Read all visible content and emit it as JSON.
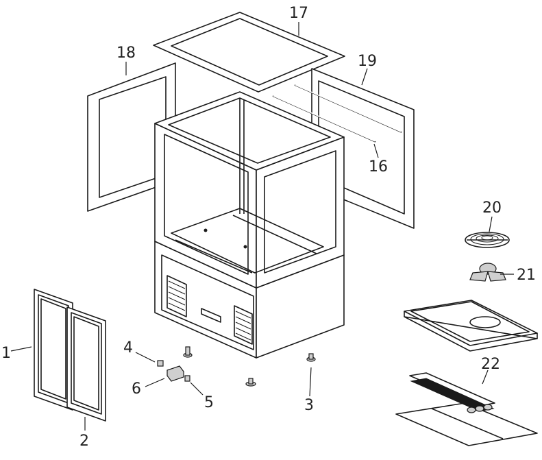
{
  "diagram": {
    "callouts": [
      {
        "id": "1",
        "label": "1"
      },
      {
        "id": "2",
        "label": "2"
      },
      {
        "id": "3",
        "label": "3"
      },
      {
        "id": "4",
        "label": "4"
      },
      {
        "id": "5",
        "label": "5"
      },
      {
        "id": "6",
        "label": "6"
      },
      {
        "id": "16",
        "label": "16"
      },
      {
        "id": "17",
        "label": "17"
      },
      {
        "id": "18",
        "label": "18"
      },
      {
        "id": "19",
        "label": "19"
      },
      {
        "id": "20",
        "label": "20"
      },
      {
        "id": "21",
        "label": "21"
      },
      {
        "id": "22",
        "label": "22"
      }
    ],
    "colors": {
      "line": "#1a1a1a",
      "background": "#ffffff",
      "fill_grey": "#cfcfcf"
    }
  }
}
